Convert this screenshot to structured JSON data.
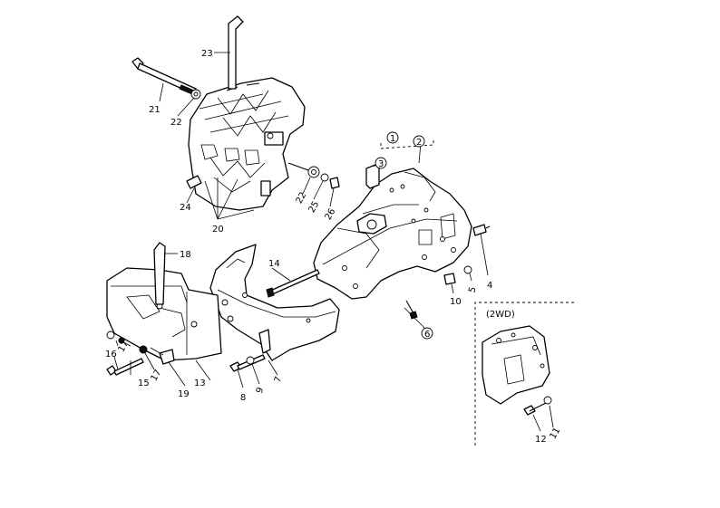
{
  "callouts": [
    "1",
    "2",
    "3",
    "4",
    "5",
    "6",
    "7",
    "8",
    "9",
    "10",
    "11",
    "12",
    "13",
    "14",
    "15",
    "16",
    "17",
    "17",
    "18",
    "19",
    "20",
    "21",
    "22",
    "22",
    "23",
    "24",
    "25",
    "26"
  ],
  "inset_label": "(2WD)"
}
